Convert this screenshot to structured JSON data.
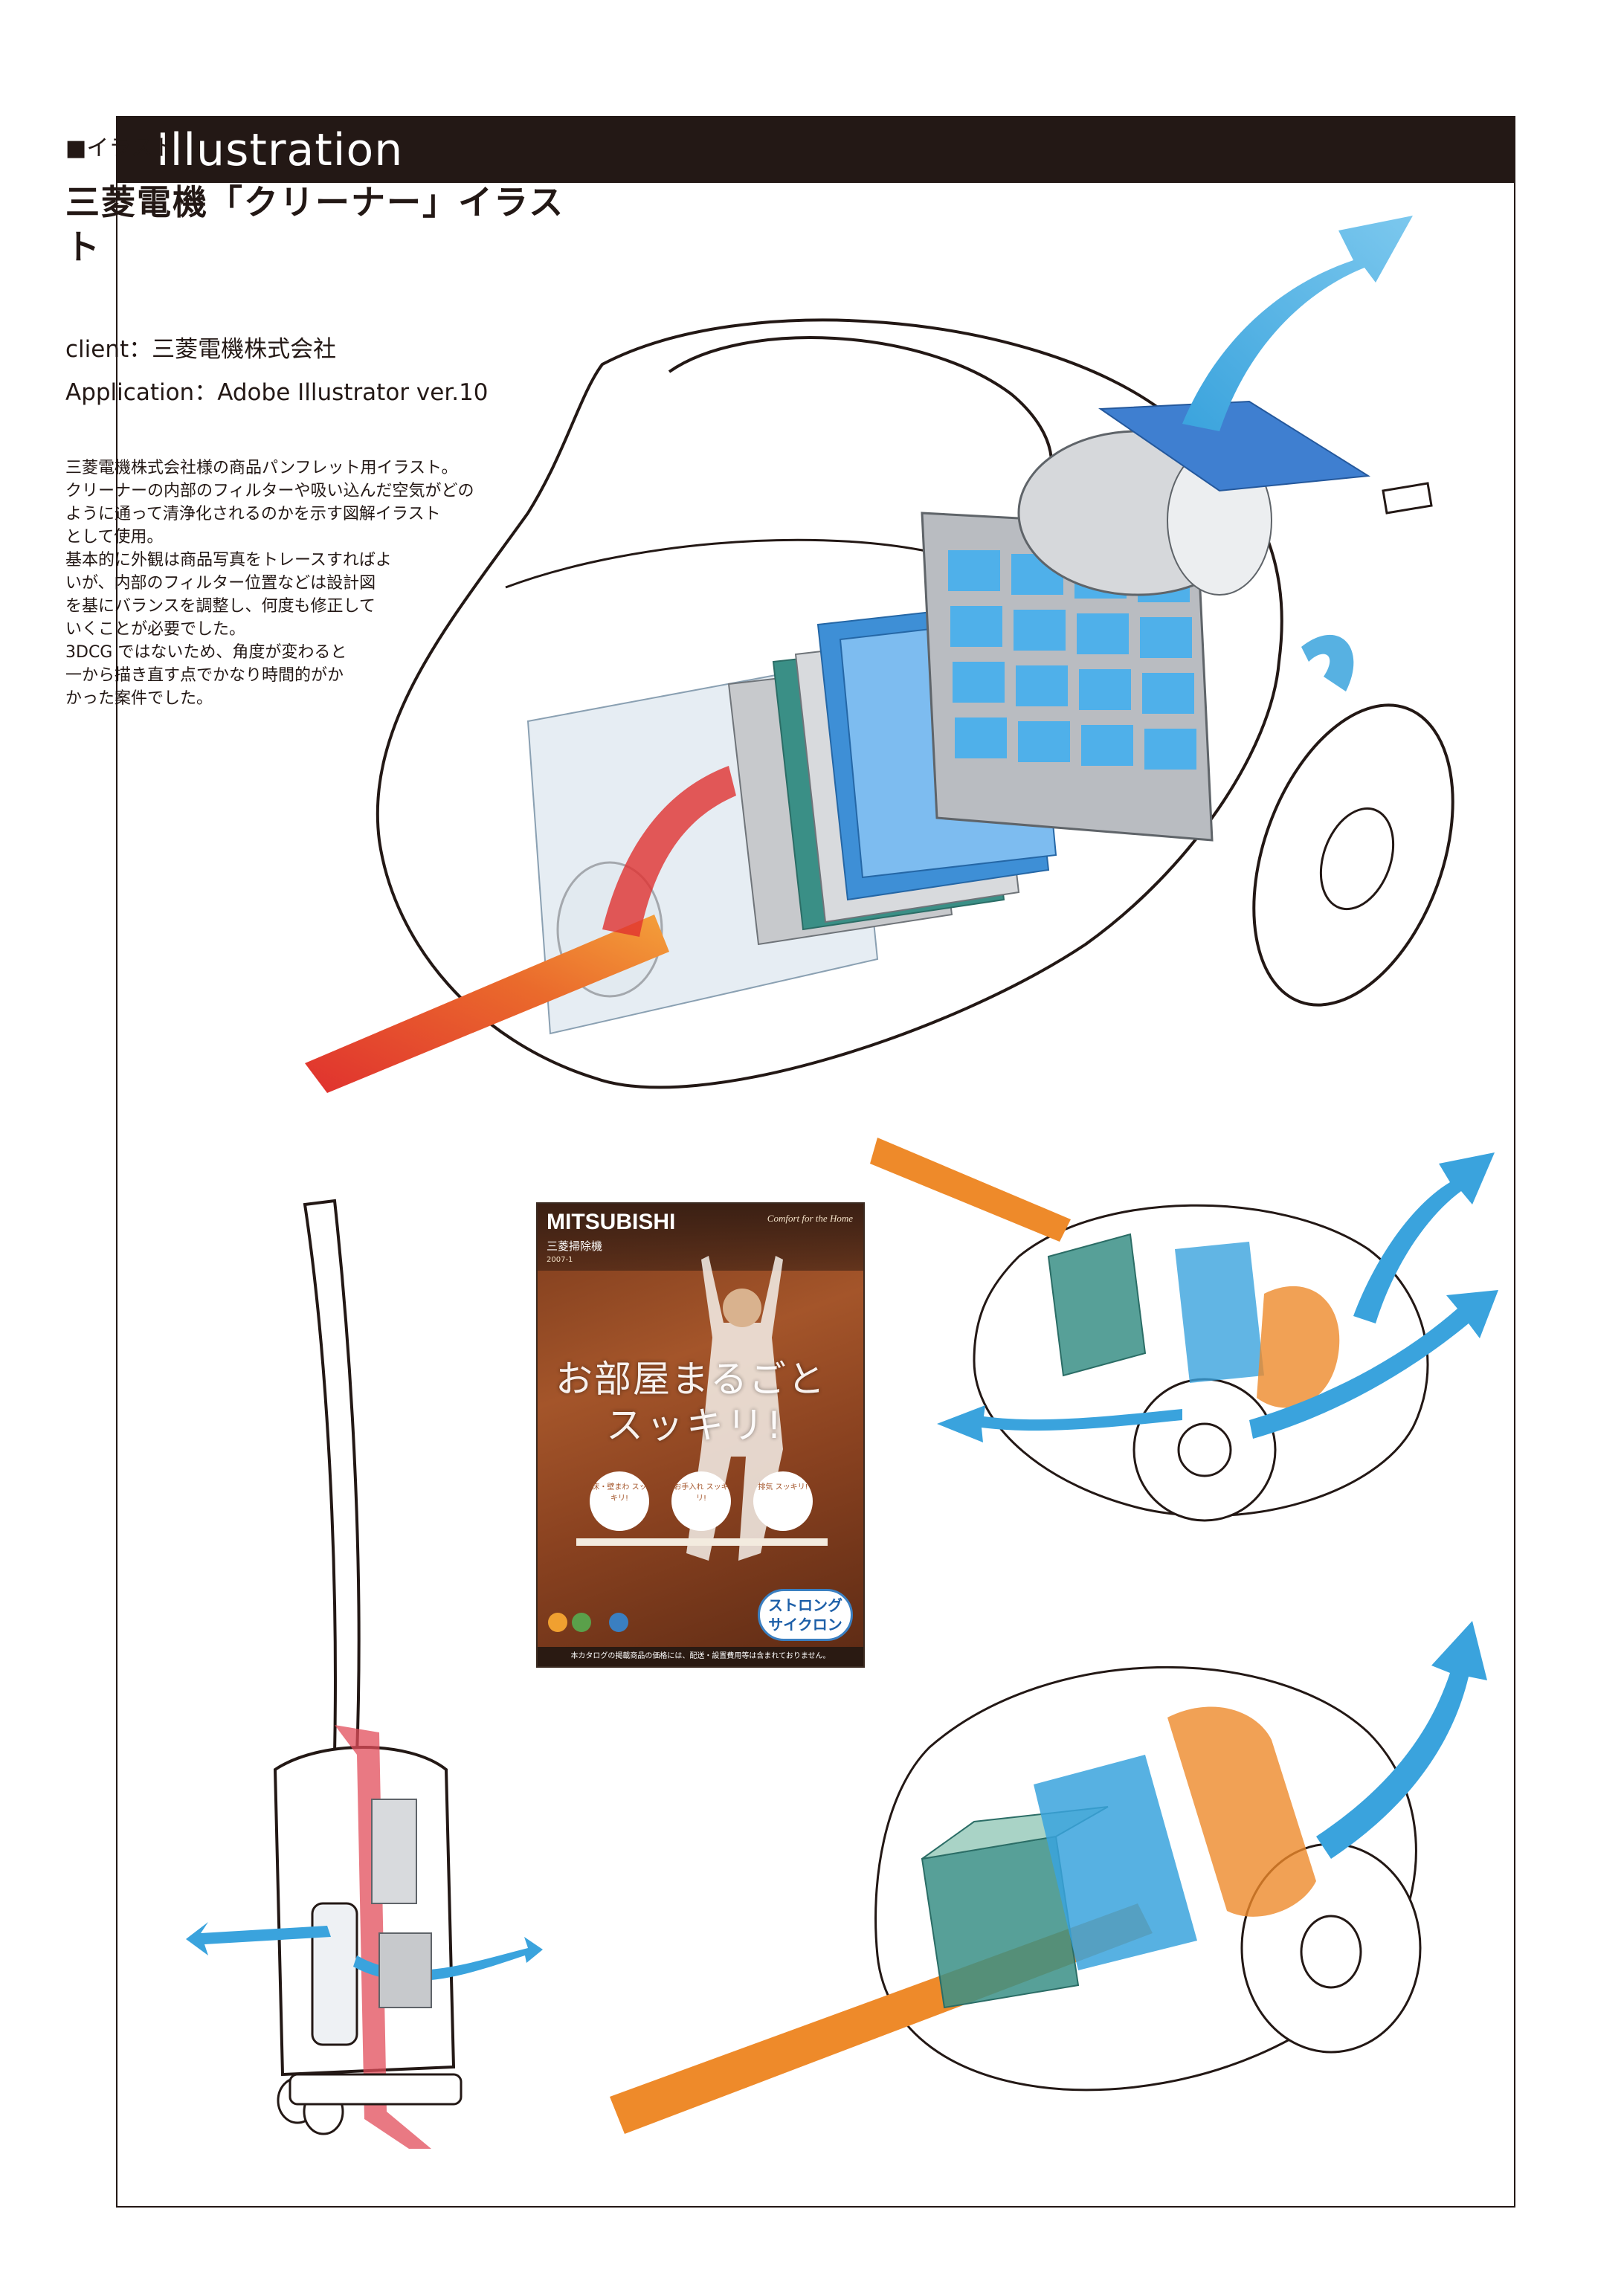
{
  "header": {
    "title": "Illustration"
  },
  "section": {
    "label": "■イラスト",
    "title": "三菱電機「クリーナー」イラスト"
  },
  "meta": {
    "client": "client：三菱電機株式会社",
    "application": "Application：Adobe Illustrator ver.10"
  },
  "description": [
    "三菱電機株式会社様の商品パンフレット用イラスト。",
    "クリーナーの内部のフィルターや吸い込んだ空気がどの",
    "ように通って清浄化されるのかを示す図解イラスト",
    "として使用。",
    "基本的に外観は商品写真をトレースすればよ",
    "いが、内部のフィルター位置などは設計図",
    "を基にバランスを調整し、何度も修正して",
    "いくことが必要でした。",
    "3DCG ではないため、角度が変わると",
    "一から描き直す点でかなり時間的がか",
    "かった案件でした。"
  ],
  "brochure": {
    "brand": "MITSUBISHI",
    "product": "三菱掃除機",
    "tagline": "Comfort for the Home",
    "date": "2007-1",
    "headline_1": "お部屋まるごと",
    "headline_2": "スッキリ!",
    "bubbles": [
      "床・壁まわ スッキリ!",
      "お手入れ スッキリ!",
      "排気 スッキリ!"
    ],
    "badge": "ストロング サイクロン",
    "footer": "本カタログの掲載商品の価格には、配送・設置費用等は含まれておりません。"
  },
  "colors": {
    "frame": "#231815",
    "arrow_blue": "#3aa3dd",
    "arrow_orange": "#ee8a2a",
    "arrow_red": "#e0312f",
    "filter_blue": "#3e8fd6",
    "filter_teal": "#3a8f86"
  }
}
